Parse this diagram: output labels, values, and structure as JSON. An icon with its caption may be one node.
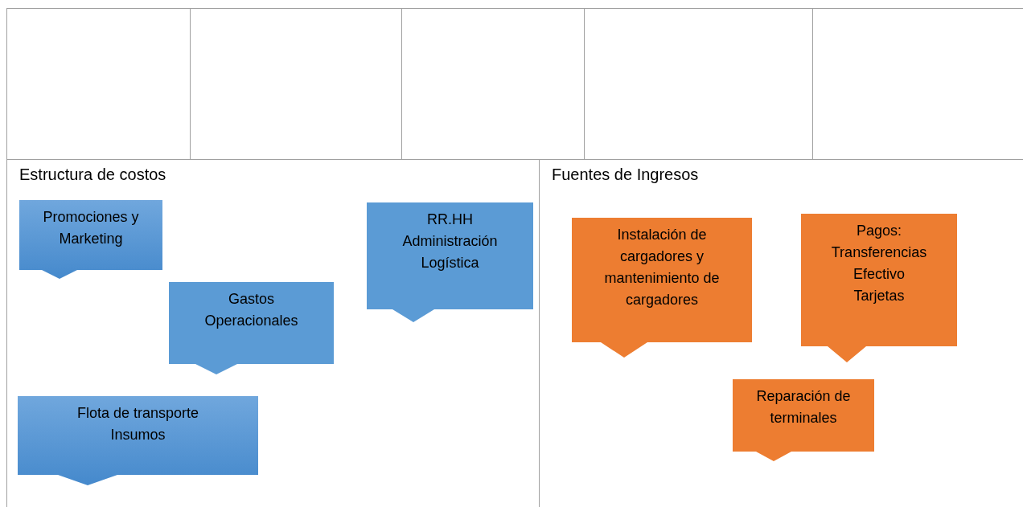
{
  "diagram": {
    "nodes": [
      {
        "text": [],
        "shape": "box"
      },
      {
        "text": [],
        "shape": "box"
      },
      {
        "text": [],
        "shape": "box"
      },
      {
        "text": [],
        "shape": "box"
      },
      {
        "text": [],
        "shape": "box"
      },
      {
        "text": [
          "Estructura de costos"
        ]
      },
      {
        "text": [
          "Promociones y Marketing"
        ],
        "in": 5
      },
      {
        "text": [
          "RR.HH",
          "Administración",
          "Logística"
        ],
        "in": 5
      },
      {
        "text": [
          "Gastos Operacionales"
        ],
        "in": 5
      },
      {
        "text": [
          "Flota de transporte",
          "Insumos"
        ],
        "in": 5
      },
      {
        "text": [
          "Fuentes de Ingresos"
        ]
      },
      {
        "text": [
          "Instalación de cargadores y mantenimiento de cargadores"
        ],
        "in": 10
      },
      {
        "text": [
          "Pagos:",
          "Transferencias",
          "Efectivo",
          "Tarjetas"
        ],
        "in": 10
      },
      {
        "text": [
          "Reparación de terminales"
        ],
        "in": 10
      }
    ],
    "edges": []
  }
}
